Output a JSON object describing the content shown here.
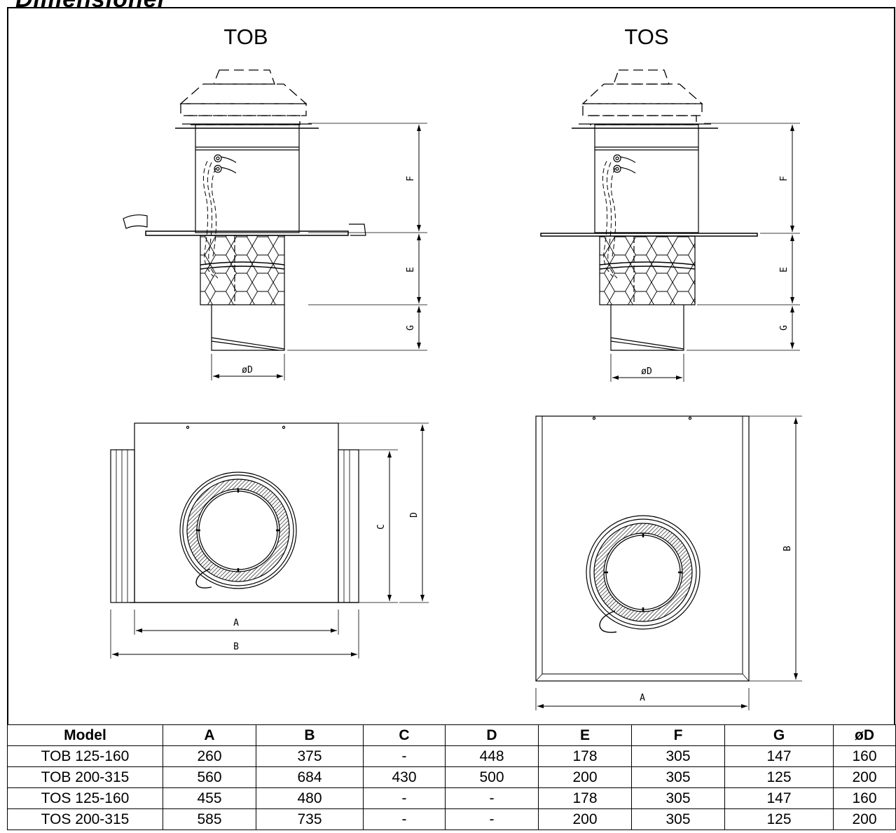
{
  "heading": "Dimensioner",
  "views": {
    "tob": {
      "title": "TOB",
      "labels": {
        "f": "F",
        "e": "E",
        "g": "G",
        "od": "øD",
        "a": "A",
        "b": "B",
        "c": "C",
        "d": "D"
      }
    },
    "tos": {
      "title": "TOS",
      "labels": {
        "f": "F",
        "e": "E",
        "g": "G",
        "od": "øD",
        "a": "A",
        "b": "B"
      }
    }
  },
  "table": {
    "columns": [
      "Model",
      "A",
      "B",
      "C",
      "D",
      "E",
      "F",
      "G",
      "øD"
    ],
    "rows": [
      [
        "TOB 125-160",
        "260",
        "375",
        "-",
        "448",
        "178",
        "305",
        "147",
        "160"
      ],
      [
        "TOB 200-315",
        "560",
        "684",
        "430",
        "500",
        "200",
        "305",
        "125",
        "200"
      ],
      [
        "TOS 125-160",
        "455",
        "480",
        "-",
        "-",
        "178",
        "305",
        "147",
        "160"
      ],
      [
        "TOS 200-315",
        "585",
        "735",
        "-",
        "-",
        "200",
        "305",
        "125",
        "200"
      ]
    ]
  }
}
